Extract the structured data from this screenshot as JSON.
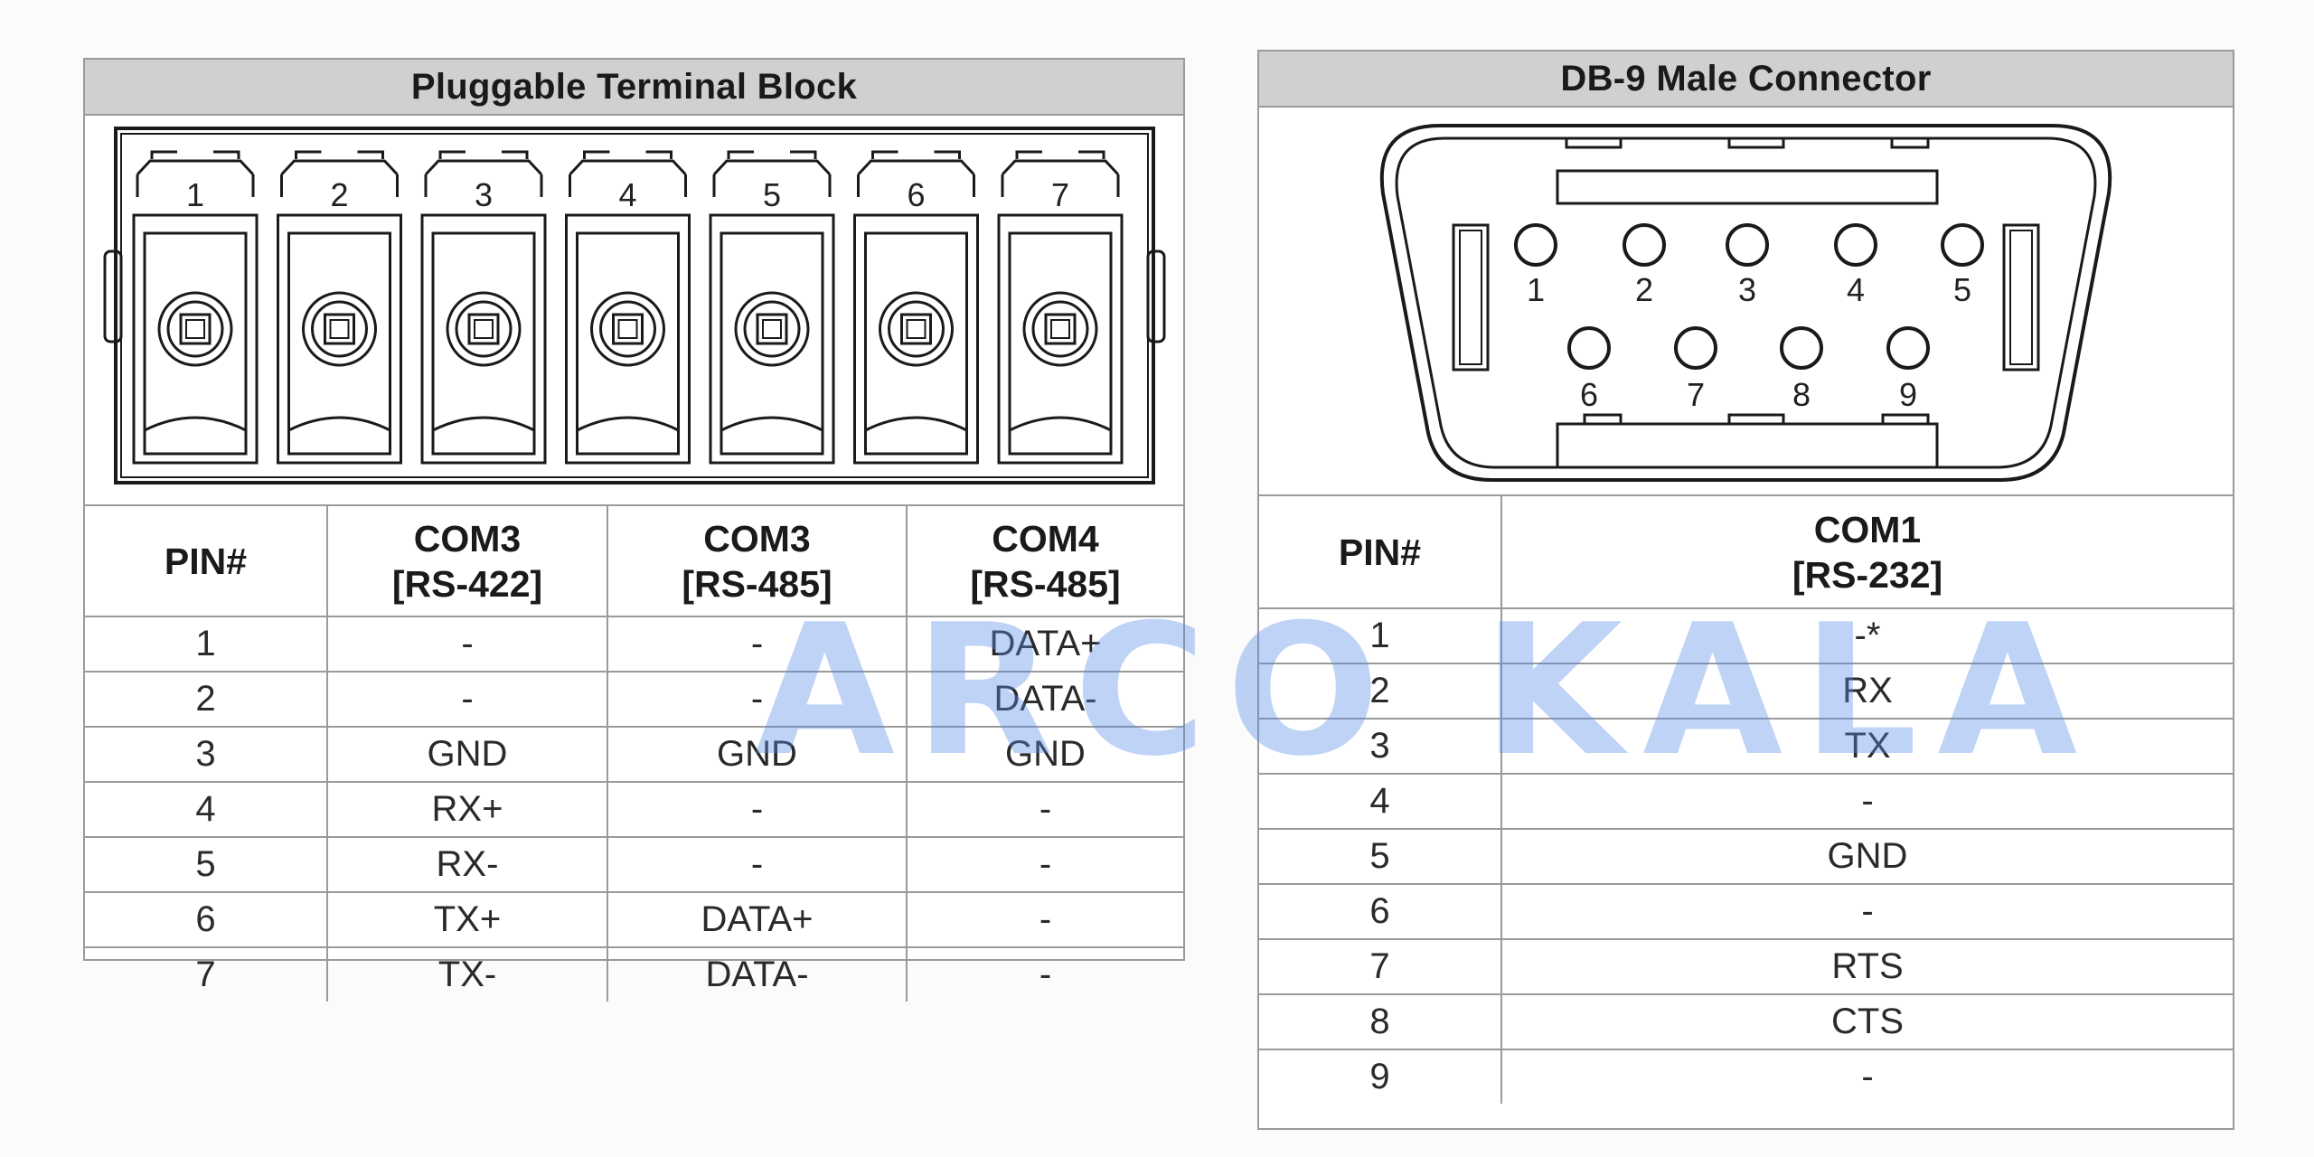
{
  "terminal_block": {
    "title": "Pluggable Terminal Block",
    "pins": [
      "1",
      "2",
      "3",
      "4",
      "5",
      "6",
      "7"
    ],
    "columns": [
      {
        "line1": "PIN#",
        "line2": ""
      },
      {
        "line1": "COM3",
        "line2": "[RS-422]"
      },
      {
        "line1": "COM3",
        "line2": "[RS-485]"
      },
      {
        "line1": "COM4",
        "line2": "[RS-485]"
      }
    ],
    "rows": [
      [
        "1",
        "-",
        "-",
        "DATA+"
      ],
      [
        "2",
        "-",
        "-",
        "DATA-"
      ],
      [
        "3",
        "GND",
        "GND",
        "GND"
      ],
      [
        "4",
        "RX+",
        "-",
        "-"
      ],
      [
        "5",
        "RX-",
        "-",
        "-"
      ],
      [
        "6",
        "TX+",
        "DATA+",
        "-"
      ],
      [
        "7",
        "TX-",
        "DATA-",
        "-"
      ]
    ]
  },
  "db9": {
    "title": "DB-9 Male Connector",
    "top_pins": [
      "1",
      "2",
      "3",
      "4",
      "5"
    ],
    "bottom_pins": [
      "6",
      "7",
      "8",
      "9"
    ],
    "columns": [
      {
        "line1": "PIN#",
        "line2": ""
      },
      {
        "line1": "COM1",
        "line2": "[RS-232]"
      }
    ],
    "rows": [
      [
        "1",
        "-*"
      ],
      [
        "2",
        "RX"
      ],
      [
        "3",
        "TX"
      ],
      [
        "4",
        "-"
      ],
      [
        "5",
        "GND"
      ],
      [
        "6",
        "-"
      ],
      [
        "7",
        "RTS"
      ],
      [
        "8",
        "CTS"
      ],
      [
        "9",
        "-"
      ]
    ]
  },
  "watermark": "ARCO KALA"
}
